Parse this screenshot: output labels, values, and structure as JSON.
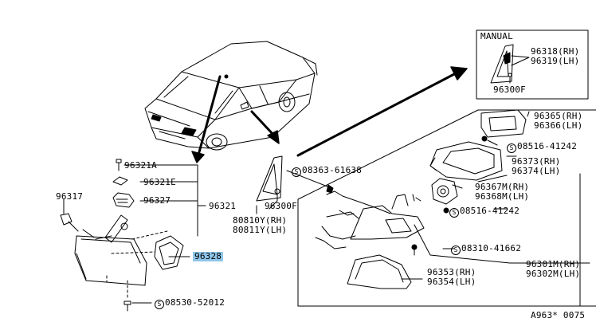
{
  "parts": {
    "p96321a": "96321A",
    "p96321e": "96321E",
    "p96327": "96327",
    "p96321": "96321",
    "p96317": "96317",
    "p96328": "96328",
    "p08530": "08530-52012",
    "p08363": "08363-61638",
    "p96300f_left": "96300F",
    "p80810y": "80810Y(RH)",
    "p80811y": "80811Y(LH)",
    "manual_title": "MANUAL",
    "p96318": "96318(RH)",
    "p96319": "96319(LH)",
    "p96300f_manual": "96300F",
    "p96365": "96365(RH)",
    "p96366": "96366(LH)",
    "p08516_a": "08516-41242",
    "p96373": "96373(RH)",
    "p96374": "96374(LH)",
    "p96367m": "96367M(RH)",
    "p96368m": "96368M(LH)",
    "p08516_b": "08516-41242",
    "p08310": "08310-41662",
    "p96353": "96353(RH)",
    "p96354": "96354(LH)",
    "p96301m": "96301M(RH)",
    "p96302m": "96302M(LH)",
    "s_symbol": "S",
    "figure_code": "A963* 0075"
  },
  "colors": {
    "ink": "#000000",
    "highlight": "#8fc6ea"
  },
  "icons": {
    "screw": "screw-icon",
    "clip": "clip-icon"
  }
}
